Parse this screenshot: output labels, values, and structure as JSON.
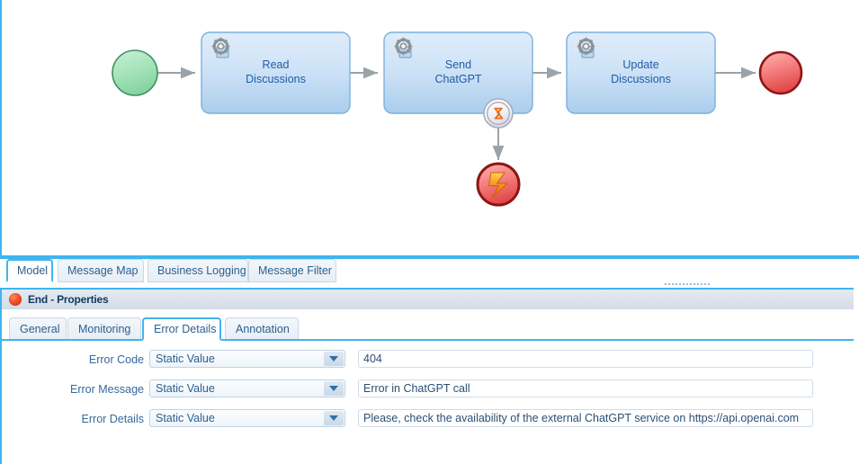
{
  "app": {
    "accent_blue": "#3fb5ef",
    "label_blue": "#35699c"
  },
  "diagram": {
    "type": "bpmn-process",
    "nodes": [
      {
        "id": "start",
        "kind": "start-event",
        "label": "",
        "color": "#8fdcab"
      },
      {
        "id": "read",
        "kind": "service-task",
        "label": "Read\nDiscussions",
        "color": "#bcd9f2"
      },
      {
        "id": "send",
        "kind": "service-task",
        "label": "Send\nChatGPT",
        "color": "#bcd9f2"
      },
      {
        "id": "update",
        "kind": "service-task",
        "label": "Update\nDiscussions",
        "color": "#bcd9f2"
      },
      {
        "id": "end",
        "kind": "end-event",
        "label": "",
        "color": "#ef5f5f"
      },
      {
        "id": "boundary",
        "kind": "error-boundary-event",
        "label": "",
        "color": "#eceef5"
      },
      {
        "id": "error-end",
        "kind": "error-end-event",
        "label": "",
        "color": "#ef5f5f"
      }
    ],
    "flows": [
      {
        "from": "start",
        "to": "read"
      },
      {
        "from": "read",
        "to": "send"
      },
      {
        "from": "send",
        "to": "update"
      },
      {
        "from": "update",
        "to": "end"
      },
      {
        "from": "boundary",
        "to": "error-end"
      }
    ]
  },
  "main_tabs": [
    {
      "label": "Model",
      "active": true
    },
    {
      "label": "Message Map",
      "active": false
    },
    {
      "label": "Business Logging",
      "active": false
    },
    {
      "label": "Message Filter",
      "active": false
    }
  ],
  "properties": {
    "title": "End - Properties",
    "icon": "end-event-icon",
    "tabs": [
      {
        "label": "General",
        "active": false
      },
      {
        "label": "Monitoring",
        "active": false
      },
      {
        "label": "Error Details",
        "active": true
      },
      {
        "label": "Annotation",
        "active": false
      }
    ],
    "fields": [
      {
        "label": "Error Code",
        "source_type": "Static Value",
        "value": "404",
        "placeholder": ""
      },
      {
        "label": "Error Message",
        "source_type": "Static Value",
        "value": "Error in ChatGPT call",
        "placeholder": ""
      },
      {
        "label": "Error Details",
        "source_type": "Static Value",
        "value": "Please, check the availability of the external ChatGPT service on https://api.openai.com",
        "placeholder": ""
      }
    ]
  }
}
